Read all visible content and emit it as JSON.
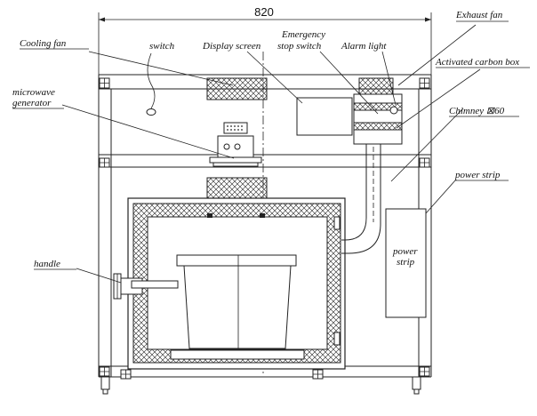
{
  "diagram": {
    "dimension_label": "820",
    "labels": {
      "cooling_fan": "Cooling fan",
      "switch": "switch",
      "display_screen": "Display screen",
      "emergency_stop_line1": "Emergency",
      "emergency_stop_line2": "stop switch",
      "alarm_light": "Alarm light",
      "exhaust_fan": "Exhaust fan",
      "activated_carbon_box": "Activated carbon box",
      "microwave_generator_line1": "microwave",
      "microwave_generator_line2": "generator",
      "chimney": "Chimney ⊠60",
      "power_strip_callout": "power strip",
      "power_strip_inner_line1": "power",
      "power_strip_inner_line2": "strip",
      "handle": "handle"
    }
  }
}
